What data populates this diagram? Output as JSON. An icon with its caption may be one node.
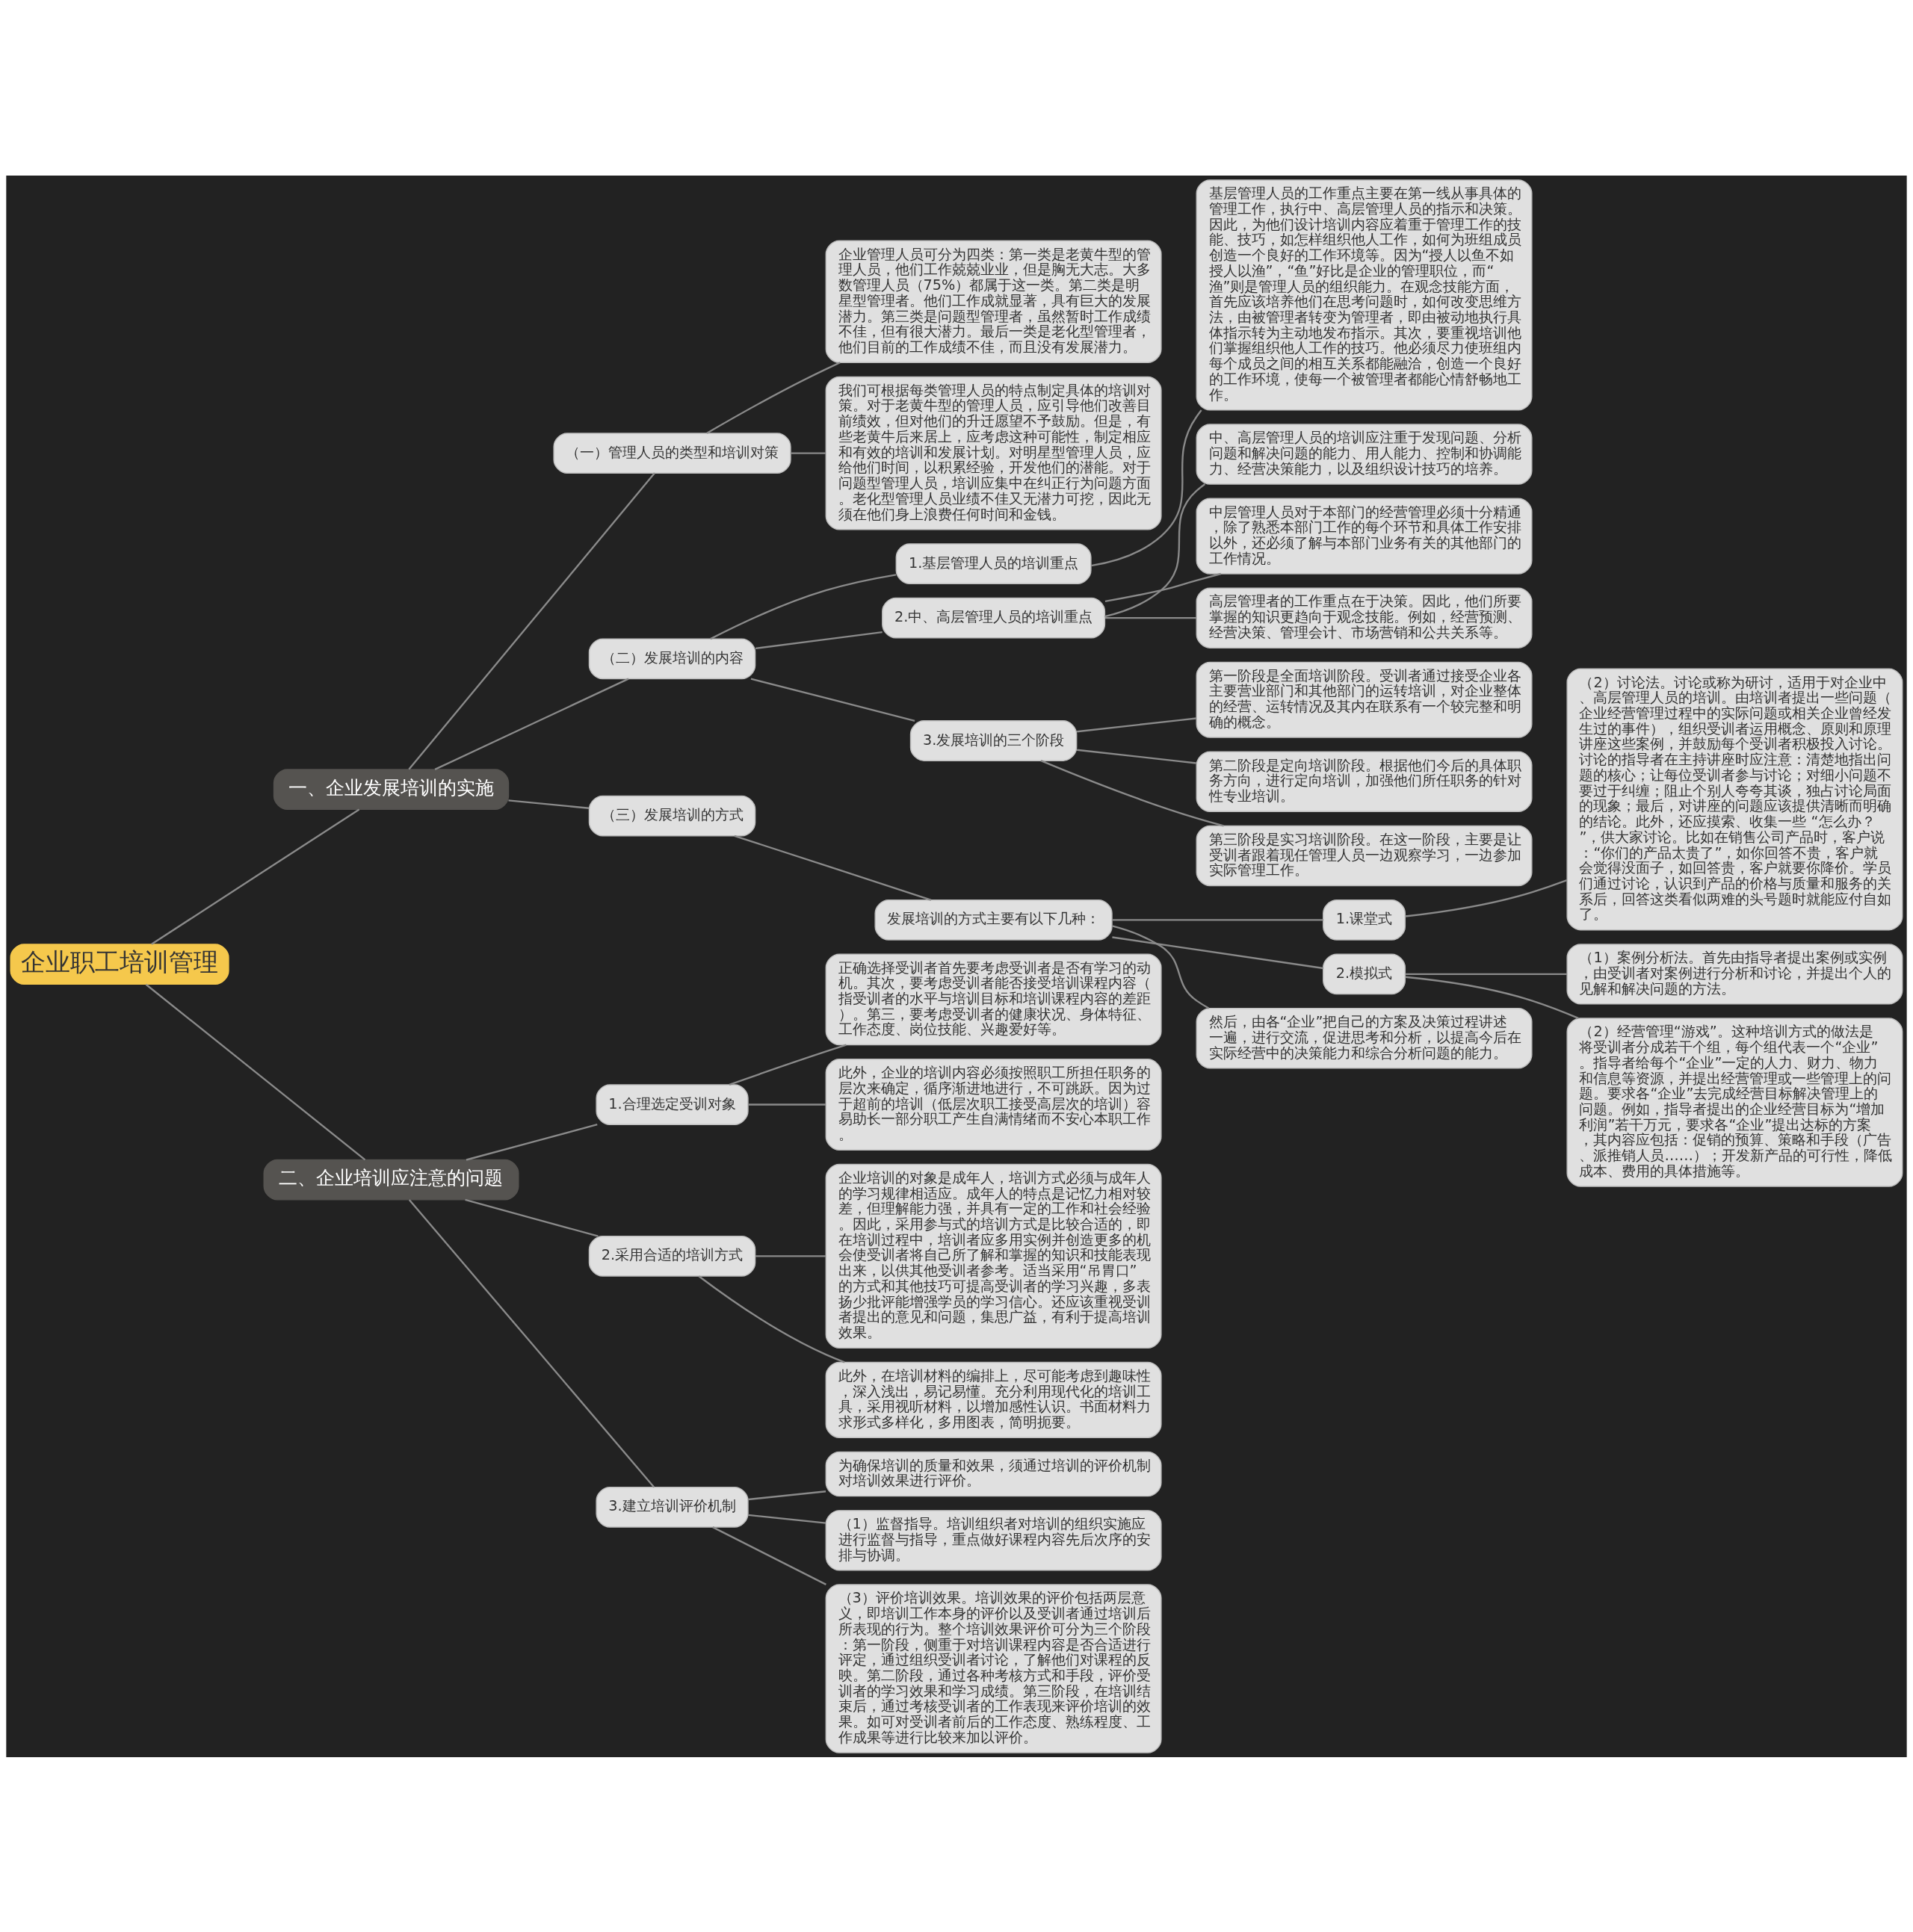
{
  "diagram": {
    "nodes": [
      {
        "text": [
          "企业职工培训管理"
        ]
      },
      {
        "text": [
          "一、企业发展培训的实施"
        ]
      },
      {
        "text": [
          "（一）管理人员的类型和培训对策"
        ]
      },
      {
        "text": [
          "企业管理人员可分为四类：第一类是老黄牛型的管理人员，他们工作兢兢业业，但是胸无大志。大多数管理人员（75%）都属于这一类。第二类是明星型管理者。他们工作成就显著，具有巨大的发展潜力。第三类是问题型管理者，虽然暂时工作成绩不佳，但有很大潜力。最后一类是老化型管理者，他们目前的工作成绩不佳，而且没有发展潜力。"
        ]
      },
      {
        "text": [
          "我们可根据每类管理人员的特点制定具体的培训对策。对于老黄牛型的管理人员，应引导他们改善目前绩效，但对他们的升迁愿望不予鼓励。但是，有些老黄牛后来居上，应考虑这种可能性，制定相应和有效的培训和发展计划。对明星型管理人员，应给他们时间，以积累经验，开发他们的潜能。对于问题型管理人员，培训应集中在纠正行为问题方面。老化型管理人员业绩不佳又无潜力可挖，因此无须在他们身上浪费任何时间和金钱。"
        ]
      },
      {
        "text": [
          "（二）发展培训的内容"
        ]
      },
      {
        "text": [
          "1.基层管理人员的培训重点"
        ]
      },
      {
        "text": [
          "基层管理人员的工作重点主要在第一线从事具体的管理工作，执行中、高层管理人员的指示和决策。因此，为他们设计培训内容应着重于管理工作的技能、技巧，如怎样组织他人工作，如何为班组成员创造一个良好的工作环境等。因为“授人以鱼不如授人以渔”，“鱼”好比是企业的管理职位，而“渔”则是管理人员的组织能力。在观念技能方面，首先应该培养他们在思考问题时，如何改变思维方法，由被管理者转变为管理者，即由被动地执行具体指示转为主动地发布指示。其次，要重视培训他们掌握组织他人工作的技巧。他必须尽力使班组内每个成员之间的相互关系都能融洽，创造一个良好的工作环境，使每一个被管理者都能心情舒畅地工作。"
        ]
      },
      {
        "text": [
          "2.中、高层管理人员的培训重点"
        ]
      },
      {
        "text": [
          "中、高层管理人员的培训应注重于发现问题、分析问题和解决问题的能力、用人能力、控制和协调能力、经营决策能力，以及组织设计技巧的培养。"
        ]
      },
      {
        "text": [
          "中层管理人员对于本部门的经营管理必须十分精通，除了熟悉本部门工作的每个环节和具体工作安排以外，还必须了解与本部门业务有关的其他部门的工作情况。"
        ]
      },
      {
        "text": [
          "高层管理者的工作重点在于决策。因此，他们所要掌握的知识更趋向于观念技能。例如，经营预测、经营决策、管理会计、市场营销和公共关系等。"
        ]
      },
      {
        "text": [
          "3.发展培训的三个阶段"
        ]
      },
      {
        "text": [
          "第一阶段是全面培训阶段。受训者通过接受企业各主要营业部门和其他部门的运转培训，对企业整体的经营、运转情况及其内在联系有一个较完整和明确的概念。"
        ]
      },
      {
        "text": [
          "第二阶段是定向培训阶段。根据他们今后的具体职务方向，进行定向培训，加强他们所任职务的针对性专业培训。"
        ]
      },
      {
        "text": [
          "第三阶段是实习培训阶段。在这一阶段，主要是让受训者跟着现任管理人员一边观察学习，一边参加实际管理工作。"
        ]
      },
      {
        "text": [
          "（三）发展培训的方式"
        ]
      },
      {
        "text": [
          "发展培训的方式主要有以下几种："
        ]
      },
      {
        "text": [
          "1.课堂式"
        ]
      },
      {
        "text": [
          "（2）讨论法。讨论或称为研讨，适用于对企业中、高层管理人员的培训。由培训者提出一些问题（企业经营管理过程中的实际问题或相关企业曾经发生过的事件），组织受训者运用概念、原则和原理讲座这些案例，并鼓励每个受训者积极投入讨论。讨论的指导者在主持讲座时应注意：清楚地指出问题的核心；让每位受训者参与讨论；对细小问题不要过于纠缠；阻止个别人夸夸其谈，独占讨论局面的现象；最后，对讲座的问题应该提供清晰而明确的结论。此外，还应摸索、收集一些 “怎么办？”，供大家讨论。比如在销售公司产品时，客户说：“你们的产品太贵了”，如你回答不贵，客户就会觉得没面子，如回答贵，客户就要你降价。学员们通过讨论，认识到产品的价格与质量和服务的关系后，回答这类看似两难的头号题时就能应付自如了。"
        ]
      },
      {
        "text": [
          "2.模拟式"
        ]
      },
      {
        "text": [
          "（1）案例分析法。首先由指导者提出案例或实例，由受训者对案例进行分析和讨论，并提出个人的见解和解决问题的方法。"
        ]
      },
      {
        "text": [
          "（2）经营管理“游戏”。这种培训方式的做法是将受训者分成若干个组，每个组代表一个“企业”。指导者给每个“企业”一定的人力、财力、物力和信息等资源，并提出经营管理或一些管理上的问题。要求各“企业”去完成经营目标解决管理上的问题。例如，指导者提出的企业经营目标为“增加利润”若干万元，要求各“企业”提出达标的方案，其内容应包括：促销的预算、策略和手段（广告、派推销人员……）；开发新产品的可行性，降低成本、费用的具体措施等。"
        ]
      },
      {
        "text": [
          "然后，由各“企业”把自己的方案及决策过程讲述一遍，进行交流，促进思考和分析，以提高今后在实际经营中的决策能力和综合分析问题的能力。"
        ]
      },
      {
        "text": [
          "二、企业培训应注意的问题"
        ]
      },
      {
        "text": [
          "1.合理选定受训对象"
        ]
      },
      {
        "text": [
          "正确选择受训者首先要考虑受训者是否有学习的动机。其次，要考虑受训者能否接受培训课程内容（指受训者的水平与培训目标和培训课程内容的差距）。第三，要考虑受训者的健康状况、身体特征、工作态度、岗位技能、兴趣爱好等。"
        ]
      },
      {
        "text": [
          "此外，企业的培训内容必须按照职工所担任职务的层次来确定，循序渐进地进行，不可跳跃。因为过于超前的培训（低层次职工接受高层次的培训）容易助长一部分职工产生自满情绪而不安心本职工作。"
        ]
      },
      {
        "text": [
          "2.采用合适的培训方式"
        ]
      },
      {
        "text": [
          "企业培训的对象是成年人，培训方式必须与成年人的学习规律相适应。成年人的特点是记忆力相对较差，但理解能力强，并具有一定的工作和社会经验。因此，采用参与式的培训方式是比较合适的，即在培训过程中，培训者应多用实例并创造更多的机会使受训者将自己所了解和掌握的知识和技能表现出来，以供其他受训者参考。适当采用“吊胃口”的方式和其他技巧可提高受训者的学习兴趣，多表扬少批评能增强学员的学习信心。还应该重视受训者提出的意见和问题，集思广益，有利于提高培训效果。"
        ]
      },
      {
        "text": [
          "此外，在培训材料的编排上，尽可能考虑到趣味性，深入浅出，易记易懂。充分利用现代化的培训工具，采用视听材料，以增加感性认识。书面材料力求形式多样化，多用图表，简明扼要。"
        ]
      },
      {
        "text": [
          "3.建立培训评价机制"
        ]
      },
      {
        "text": [
          "为确保培训的质量和效果，须通过培训的评价机制对培训效果进行评价。"
        ]
      },
      {
        "text": [
          "（1）监督指导。培训组织者对培训的组织实施应进行监督与指导，重点做好课程内容先后次序的安排与协调。"
        ]
      },
      {
        "text": [
          "（3）评价培训效果。培训效果的评价包括两层意义，即培训工作本身的评价以及受训者通过培训后所表现的行为。整个培训效果评价可分为三个阶段：第一阶段，侧重于对培训课程内容是否合适进行评定，通过组织受训者讨论，了解他们对课程的反映。第二阶段，通过各种考核方式和手段，评价受训者的学习效果和学习成绩。第三阶段，在培训结束后，通过考核受训者的工作表现来评价培训的效果。如可对受训者前后的工作态度、熟练程度、工作成果等进行比较来加以评价。"
        ]
      }
    ],
    "edges": [
      {
        "from": 0,
        "to": 1,
        "arrow": "none"
      },
      {
        "from": 1,
        "to": 2,
        "arrow": "none"
      },
      {
        "from": 2,
        "to": 3,
        "arrow": "none"
      },
      {
        "from": 2,
        "to": 4,
        "arrow": "none"
      },
      {
        "from": 1,
        "to": 5,
        "arrow": "none"
      },
      {
        "from": 5,
        "to": 6,
        "arrow": "none"
      },
      {
        "from": 6,
        "to": 7,
        "arrow": "none"
      },
      {
        "from": 5,
        "to": 8,
        "arrow": "none"
      },
      {
        "from": 8,
        "to": 9,
        "arrow": "none"
      },
      {
        "from": 8,
        "to": 10,
        "arrow": "none"
      },
      {
        "from": 8,
        "to": 11,
        "arrow": "none"
      },
      {
        "from": 5,
        "to": 12,
        "arrow": "none"
      },
      {
        "from": 12,
        "to": 13,
        "arrow": "none"
      },
      {
        "from": 12,
        "to": 14,
        "arrow": "none"
      },
      {
        "from": 12,
        "to": 15,
        "arrow": "none"
      },
      {
        "from": 1,
        "to": 16,
        "arrow": "none"
      },
      {
        "from": 16,
        "to": 17,
        "arrow": "none"
      },
      {
        "from": 17,
        "to": 18,
        "arrow": "none"
      },
      {
        "from": 18,
        "to": 19,
        "arrow": "none"
      },
      {
        "from": 17,
        "to": 20,
        "arrow": "none"
      },
      {
        "from": 20,
        "to": 21,
        "arrow": "none"
      },
      {
        "from": 20,
        "to": 22,
        "arrow": "none"
      },
      {
        "from": 17,
        "to": 23,
        "arrow": "none"
      },
      {
        "from": 0,
        "to": 24,
        "arrow": "none"
      },
      {
        "from": 24,
        "to": 25,
        "arrow": "none"
      },
      {
        "from": 25,
        "to": 26,
        "arrow": "none"
      },
      {
        "from": 25,
        "to": 27,
        "arrow": "none"
      },
      {
        "from": 24,
        "to": 28,
        "arrow": "none"
      },
      {
        "from": 28,
        "to": 29,
        "arrow": "none"
      },
      {
        "from": 28,
        "to": 30,
        "arrow": "none"
      },
      {
        "from": 24,
        "to": 31,
        "arrow": "none"
      },
      {
        "from": 31,
        "to": 32,
        "arrow": "none"
      },
      {
        "from": 31,
        "to": 33,
        "arrow": "none"
      },
      {
        "from": 31,
        "to": 34,
        "arrow": "none"
      }
    ]
  }
}
